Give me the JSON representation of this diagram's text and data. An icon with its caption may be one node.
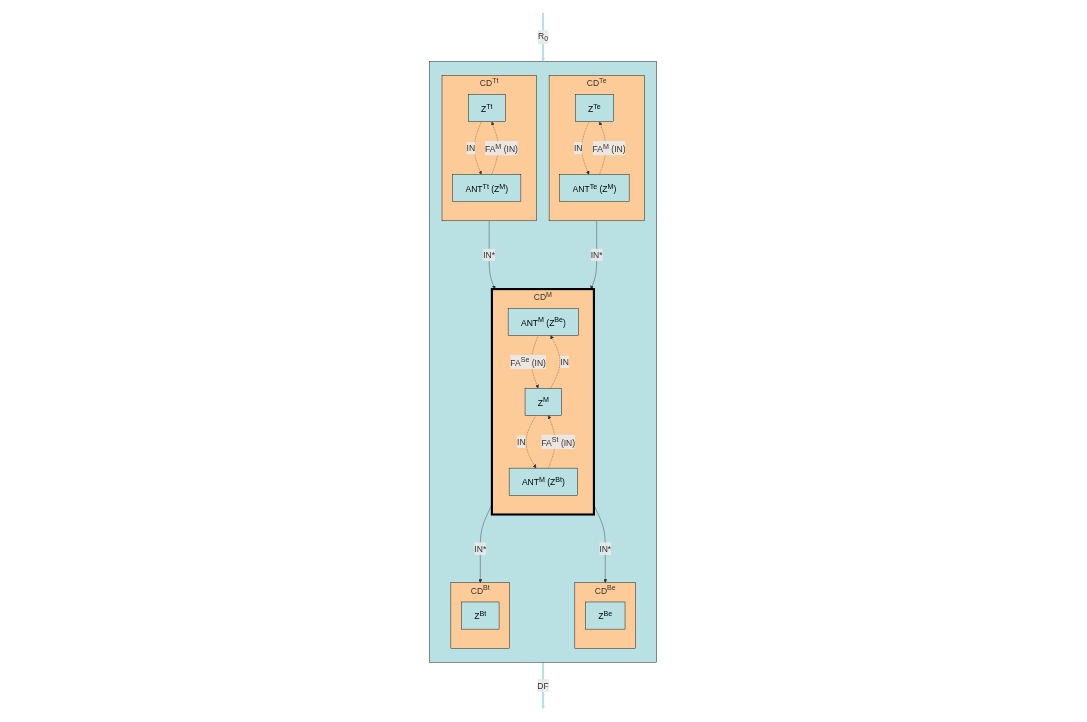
{
  "diagram": {
    "nodes": [
      {
        "text": [],
        "shape": "box"
      },
      {
        "text": [
          "CD$^{Tt}$"
        ],
        "in": 0
      },
      {
        "text": [
          "Z$^{Tt}$"
        ],
        "in": 1
      },
      {
        "text": [
          "ANT$^{Tt}$ (Z$^{M}$)"
        ],
        "in": 1
      },
      {
        "text": [
          "CD$^{Be}$"
        ],
        "in": 0
      },
      {
        "text": [
          "Z$^{Be}$"
        ],
        "in": 4
      },
      {
        "text": [
          "CD$^{M}$"
        ],
        "in": 0
      },
      {
        "text": [
          "ANT$^{M}$ (Z$^{Be}$)"
        ],
        "in": 6
      },
      {
        "text": [
          "Z$^{M}$"
        ],
        "in": 6
      },
      {
        "text": [
          "ANT$^{M}$ (Z$^{Bt}$)"
        ],
        "in": 6
      },
      {
        "text": [
          "CD$^{Te}$"
        ],
        "in": 0
      },
      {
        "text": [
          "Z$^{Te}$"
        ],
        "in": 10
      },
      {
        "text": [
          "ANT$^{Te}$ (Z$^{M}$)"
        ],
        "in": 10
      },
      {
        "text": [
          "CD$^{Bt}$"
        ],
        "in": 0
      },
      {
        "text": [
          "Z$^{Bt}$"
        ],
        "in": 13
      }
    ],
    "edges": [
      {
        "from": null,
        "to": 0,
        "arrow": "to",
        "label": "R$_{0}$",
        "style": "thick",
        "color": "#b9e0e3"
      },
      {
        "from": 2,
        "to": 3,
        "arrow": "to",
        "label": "IN",
        "style": "dashed"
      },
      {
        "from": 3,
        "to": 2,
        "arrow": "to",
        "label": "FA$^{M}$ (IN)",
        "style": "dashed"
      },
      {
        "from": 1,
        "to": 6,
        "arrow": "to",
        "label": "IN*"
      },
      {
        "from": 6,
        "to": 4,
        "arrow": "to",
        "label": "IN*"
      },
      {
        "from": 8,
        "to": 7,
        "arrow": "to",
        "label": "IN",
        "style": "dashed"
      },
      {
        "from": 7,
        "to": 8,
        "arrow": "to",
        "label": "FA$^{Se}$ (IN)",
        "style": "dashed"
      },
      {
        "from": 8,
        "to": 9,
        "arrow": "to",
        "label": "IN",
        "style": "dashed"
      },
      {
        "from": 9,
        "to": 8,
        "arrow": "to",
        "label": "FA$^{St}$ (IN)",
        "style": "dashed"
      },
      {
        "from": 10,
        "to": 6,
        "arrow": "to",
        "label": "IN*"
      },
      {
        "from": 11,
        "to": 12,
        "arrow": "to",
        "label": "IN",
        "style": "dashed"
      },
      {
        "from": 12,
        "to": 11,
        "arrow": "to",
        "label": "FA$^{M}$ (IN)",
        "style": "dashed"
      },
      {
        "from": 6,
        "to": 13,
        "arrow": "to",
        "label": "IN*"
      },
      {
        "from": 0,
        "to": null,
        "arrow": "to",
        "label": "DF",
        "style": "thick",
        "color": "#b9e0e3"
      }
    ]
  }
}
